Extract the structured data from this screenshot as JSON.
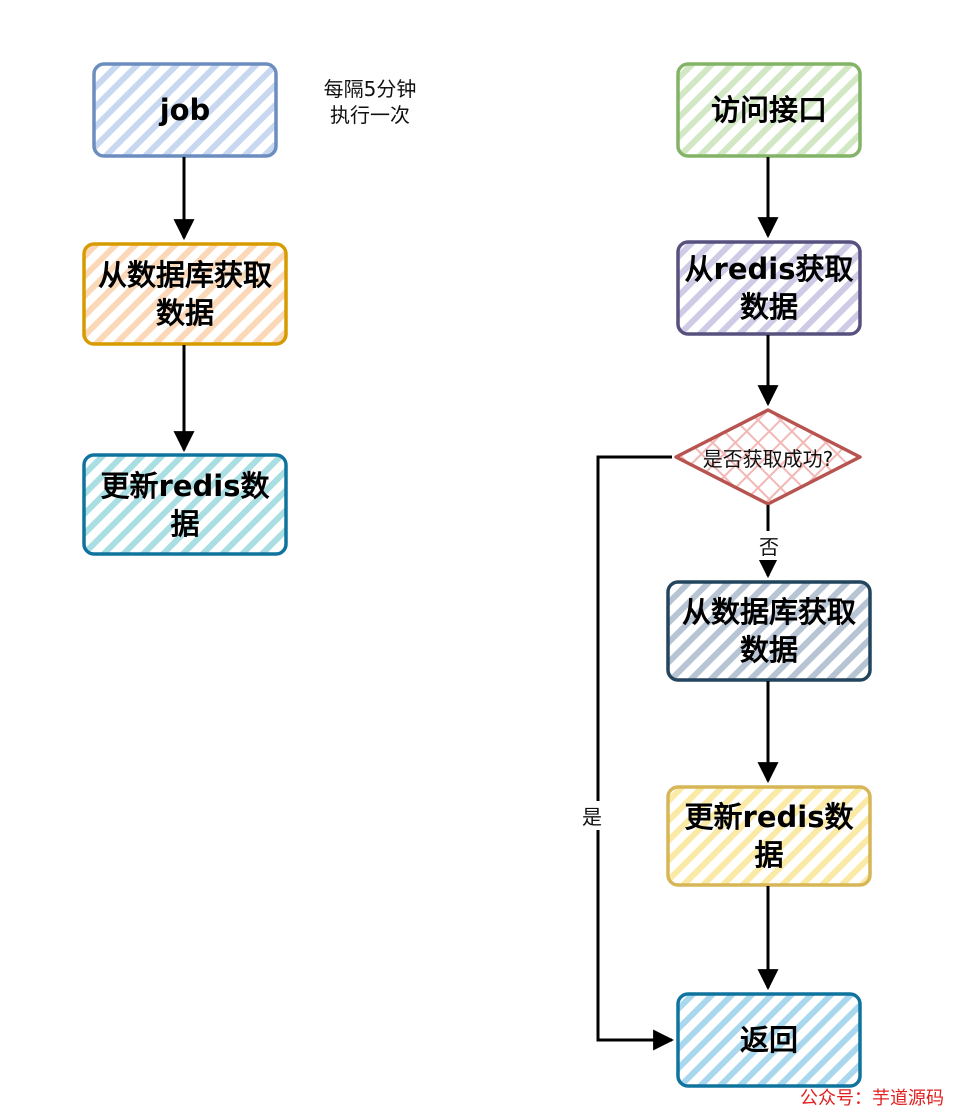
{
  "left_flow": {
    "start": "job",
    "note": "每隔5分钟\n执行一次",
    "step1": "从数据库获取\n数据",
    "step2": "更新redis数\n据"
  },
  "right_flow": {
    "start": "访问接口",
    "step1": "从redis获取\n数据",
    "decision": "是否获取成功?",
    "edge_no": "否",
    "edge_yes": "是",
    "step2": "从数据库获取\n数据",
    "step3": "更新redis数\n据",
    "end": "返回"
  },
  "watermark": "公众号：芋道源码",
  "colors": {
    "blue": "#6c8ebf",
    "orange": "#d79b00",
    "teal": "#10739e",
    "green": "#82b366",
    "purple": "#56517e",
    "red": "#b85450",
    "navy": "#23445d",
    "yellow": "#d6b656",
    "sky": "#2f8ed4"
  }
}
